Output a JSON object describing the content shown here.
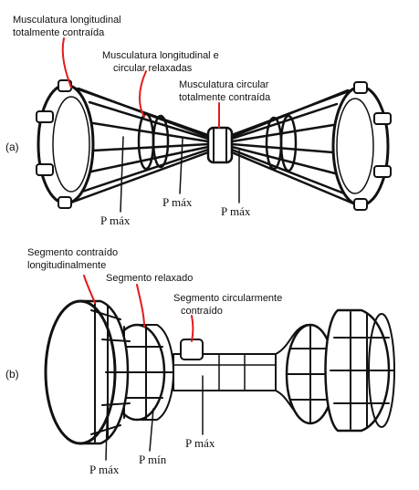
{
  "panel_a": {
    "id": "(a)",
    "label_long_contracted": [
      "Musculatura longitudinal",
      "totalmente contraída"
    ],
    "label_relaxed": [
      "Musculatura longitudinal e",
      "circular relaxadas"
    ],
    "label_circ_contracted": [
      "Musculatura circular",
      "totalmente contraída"
    ],
    "pmax_left": "P máx",
    "pmax_center": "P máx",
    "pmax_right": "P máx"
  },
  "panel_b": {
    "id": "(b)",
    "label_long_segment": [
      "Segmento contraído",
      "longitudinalmente"
    ],
    "label_relaxed_segment": "Segmento relaxado",
    "label_circ_segment": [
      "Segmento circularmente",
      "contraído"
    ],
    "pmax_left": "P máx",
    "pmin": "P mín",
    "pmax_right": "P máx"
  },
  "colors": {
    "ink": "#111111",
    "pointer": "#e21b1b",
    "background": "#ffffff"
  }
}
